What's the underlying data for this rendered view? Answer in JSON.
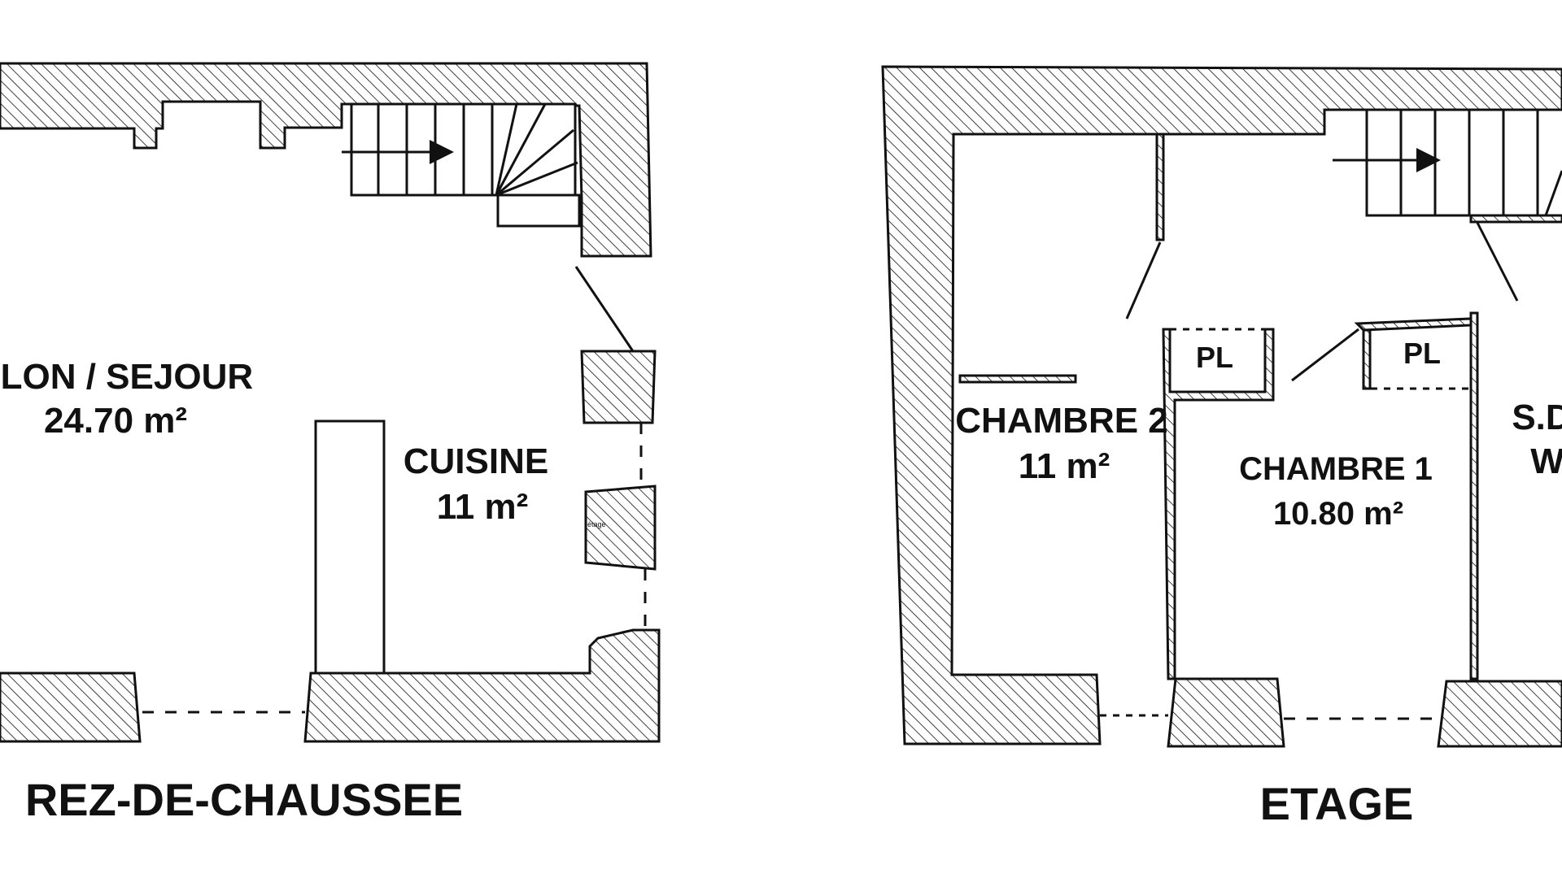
{
  "ground_floor": {
    "title": "REZ-DE-CHAUSSEE",
    "rooms": [
      {
        "name": "ALON / SEJOUR",
        "area": "24.70 m²"
      },
      {
        "name": "CUISINE",
        "area": "11 m²"
      }
    ]
  },
  "upper_floor": {
    "title": "ETAGE",
    "rooms": [
      {
        "name": "CHAMBRE 2",
        "area": "11 m²"
      },
      {
        "name": "CHAMBRE 1",
        "area": "10.80 m²"
      },
      {
        "name": "S.D",
        "area": "W"
      }
    ],
    "closets": [
      {
        "label": "PL"
      },
      {
        "label": "PL"
      }
    ]
  }
}
